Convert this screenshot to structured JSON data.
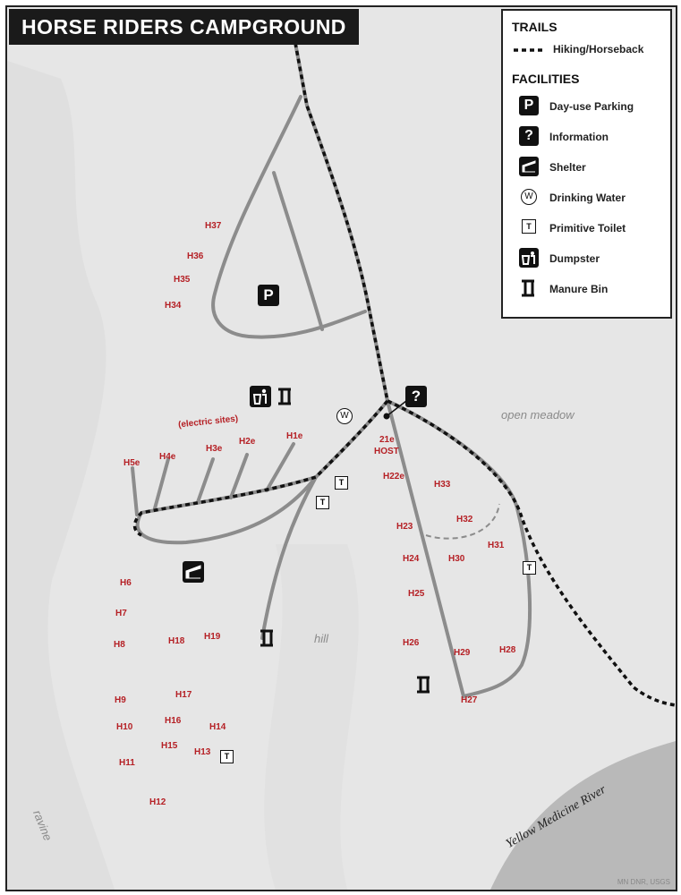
{
  "title": "HORSE RIDERS CAMPGROUND",
  "legend": {
    "trails_heading": "TRAILS",
    "trail_item": "Hiking/Horseback",
    "facilities_heading": "FACILITIES",
    "items": [
      {
        "label": "Day-use Parking",
        "icon": "parking-icon"
      },
      {
        "label": "Information",
        "icon": "information-icon"
      },
      {
        "label": "Shelter",
        "icon": "shelter-icon"
      },
      {
        "label": "Drinking Water",
        "icon": "drinking-water-icon"
      },
      {
        "label": "Primitive Toilet",
        "icon": "toilet-icon"
      },
      {
        "label": "Dumpster",
        "icon": "dumpster-icon"
      },
      {
        "label": "Manure Bin",
        "icon": "manure-bin-icon"
      }
    ]
  },
  "sites": [
    "H37",
    "H36",
    "H35",
    "H34",
    "H1e",
    "H2e",
    "H3e",
    "H4e",
    "H5e",
    "21e",
    "HOST",
    "H22e",
    "H33",
    "H32",
    "H31",
    "H23",
    "H24",
    "H30",
    "H25",
    "H26",
    "H29",
    "H28",
    "H27",
    "H6",
    "H7",
    "H8",
    "H18",
    "H19",
    "H9",
    "H17",
    "H10",
    "H16",
    "H14",
    "H15",
    "H13",
    "H11",
    "H12"
  ],
  "note": "(electric sites)",
  "map_labels": {
    "meadow": "open meadow",
    "hill": "hill",
    "ravine": "ravine",
    "river": "Yellow Medicine River"
  },
  "icon_symbols": {
    "parking": "P",
    "information": "?",
    "water": "W",
    "toilet": "T"
  },
  "credit": "MN DNR, USGS",
  "colors": {
    "road": "#8c8c8c",
    "trail": "#111111",
    "site_label": "#b52025",
    "river": "#b9b9b9",
    "terrain": "#e6e6e6"
  }
}
